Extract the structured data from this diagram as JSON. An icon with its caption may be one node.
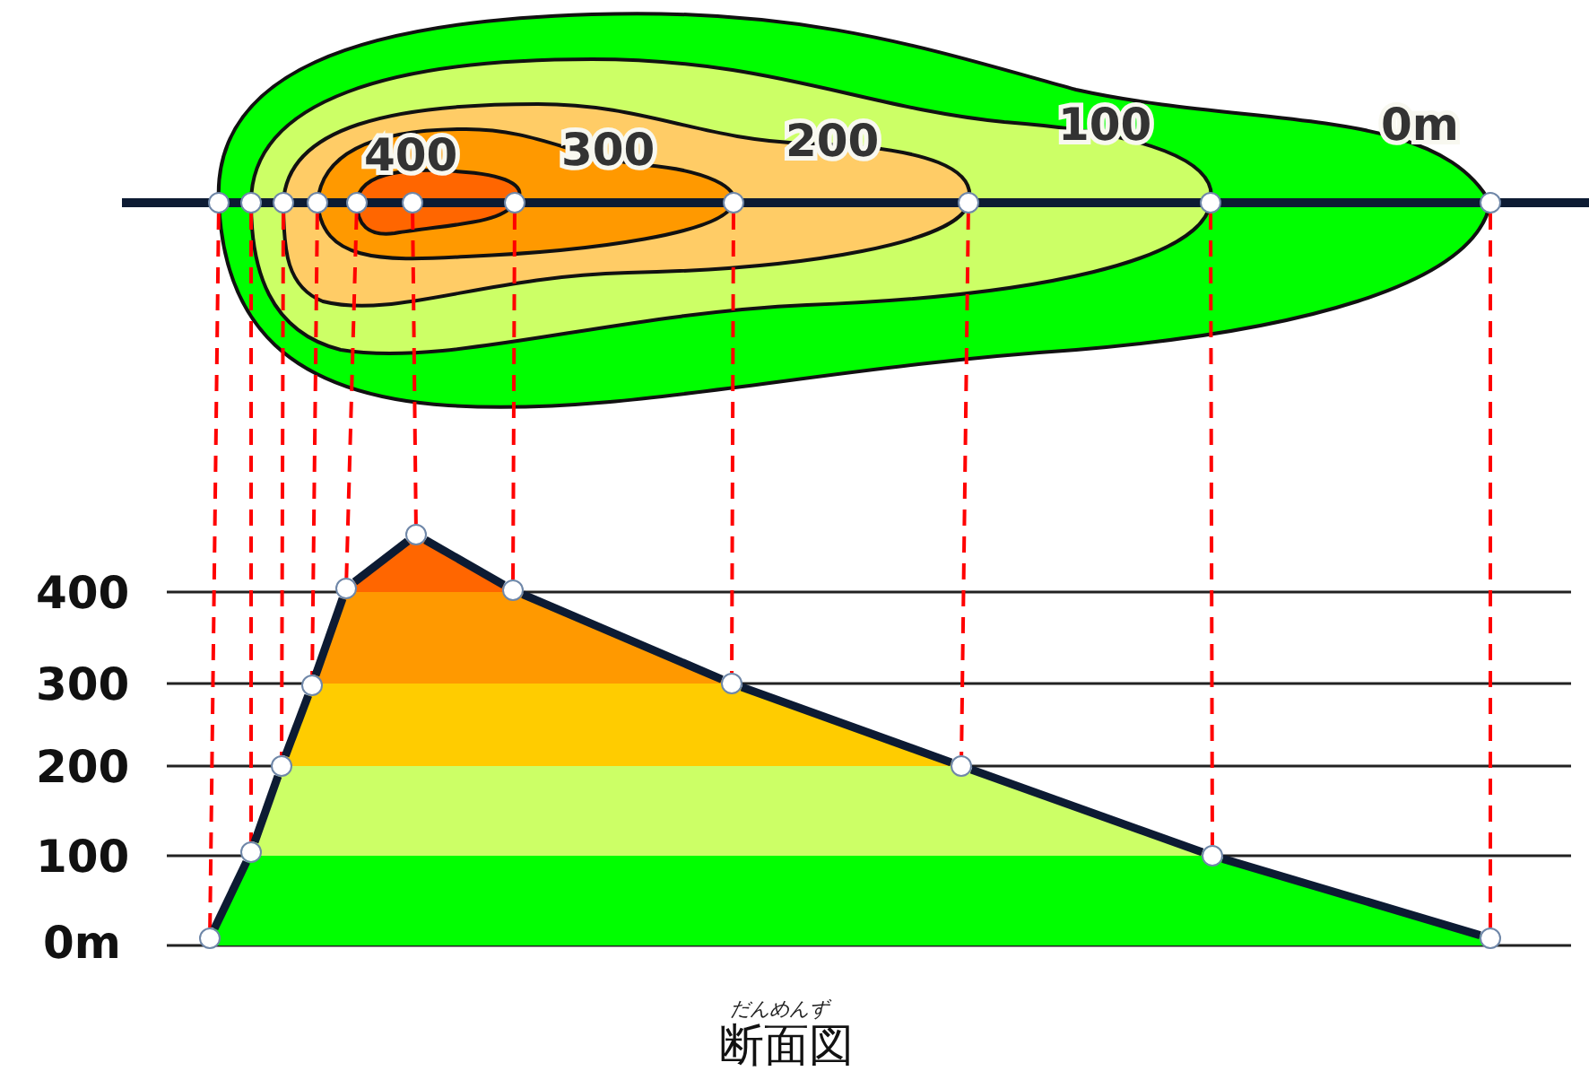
{
  "diagram": {
    "caption": "断面図",
    "nodes": [
      {
        "text": [],
        "shape": "circle"
      },
      {
        "text": [],
        "shape": "circle"
      },
      {
        "text": [],
        "shape": "circle"
      },
      {
        "text": [],
        "shape": "circle"
      },
      {
        "text": [],
        "shape": "circle"
      },
      {
        "text": [],
        "shape": "circle"
      },
      {
        "text": [],
        "shape": "circle"
      },
      {
        "text": [],
        "shape": "circle"
      },
      {
        "text": [],
        "shape": "circle"
      },
      {
        "text": [],
        "shape": "circle"
      },
      {
        "text": [],
        "shape": "circle"
      },
      {
        "text": [],
        "shape": "circle"
      },
      {
        "text": [],
        "shape": "circle"
      },
      {
        "text": [],
        "shape": "circle"
      },
      {
        "text": [],
        "shape": "circle"
      },
      {
        "text": [],
        "shape": "circle"
      },
      {
        "text": [],
        "shape": "circle"
      },
      {
        "text": [],
        "shape": "circle"
      },
      {
        "text": [],
        "shape": "circle"
      },
      {
        "text": [],
        "shape": "circle"
      },
      {
        "text": [],
        "shape": "circle"
      },
      {
        "text": [],
        "shape": "circle"
      }
    ],
    "edges": [
      {
        "from": 0,
        "to": 11,
        "arrow": "none",
        "style": "dashed",
        "color": "#ff0000"
      },
      {
        "from": 1,
        "to": 12,
        "arrow": "none",
        "style": "dashed",
        "color": "#ff0000"
      },
      {
        "from": 2,
        "to": 13,
        "arrow": "none",
        "style": "dashed",
        "color": "#ff0000"
      },
      {
        "from": 3,
        "to": 14,
        "arrow": "none",
        "style": "dashed",
        "color": "#ff0000"
      },
      {
        "from": 4,
        "to": 15,
        "arrow": "none",
        "style": "dashed",
        "color": "#ff0000"
      },
      {
        "from": 5,
        "to": 16,
        "arrow": "none",
        "style": "dashed",
        "color": "#ff0000"
      },
      {
        "from": 6,
        "to": 17,
        "arrow": "none",
        "style": "dashed",
        "color": "#ff0000"
      },
      {
        "from": 7,
        "to": 18,
        "arrow": "none",
        "style": "dashed",
        "color": "#ff0000"
      },
      {
        "from": 8,
        "to": 19,
        "arrow": "none",
        "style": "dashed",
        "color": "#ff0000"
      },
      {
        "from": 9,
        "to": 20,
        "arrow": "none",
        "style": "dashed",
        "color": "#ff0000"
      },
      {
        "from": 10,
        "to": 21,
        "arrow": "none",
        "style": "dashed",
        "color": "#ff0000"
      },
      {
        "from": 11,
        "to": 12,
        "arrow": "none",
        "style": "thick",
        "color": "#0d1b33"
      },
      {
        "from": 12,
        "to": 13,
        "arrow": "none",
        "style": "thick",
        "color": "#0d1b33"
      },
      {
        "from": 13,
        "to": 14,
        "arrow": "none",
        "style": "thick",
        "color": "#0d1b33"
      },
      {
        "from": 14,
        "to": 15,
        "arrow": "none",
        "style": "thick",
        "color": "#0d1b33"
      },
      {
        "from": 15,
        "to": 16,
        "arrow": "none",
        "style": "thick",
        "color": "#0d1b33"
      },
      {
        "from": 16,
        "to": 17,
        "arrow": "none",
        "style": "thick",
        "color": "#0d1b33"
      },
      {
        "from": 17,
        "to": 18,
        "arrow": "none",
        "style": "thick",
        "color": "#0d1b33"
      },
      {
        "from": 18,
        "to": 19,
        "arrow": "none",
        "style": "thick",
        "color": "#0d1b33"
      },
      {
        "from": 19,
        "to": 20,
        "arrow": "none",
        "style": "thick",
        "color": "#0d1b33"
      },
      {
        "from": 20,
        "to": 21,
        "arrow": "none",
        "style": "thick",
        "color": "#0d1b33"
      }
    ],
    "labels": [
      "400",
      "300",
      "200",
      "100",
      "0m",
      "400",
      "300",
      "200",
      "100",
      "0m",
      "だんめんず"
    ]
  }
}
